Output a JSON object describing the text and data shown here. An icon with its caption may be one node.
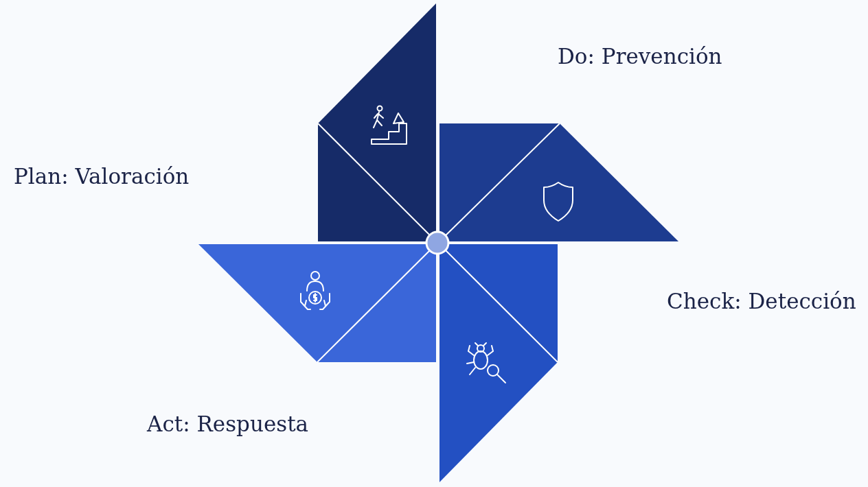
{
  "diagram": {
    "labels": [
      "Do: Prevención",
      "Plan: Valoración",
      "Check: Detección",
      "Act: Respuesta"
    ]
  }
}
